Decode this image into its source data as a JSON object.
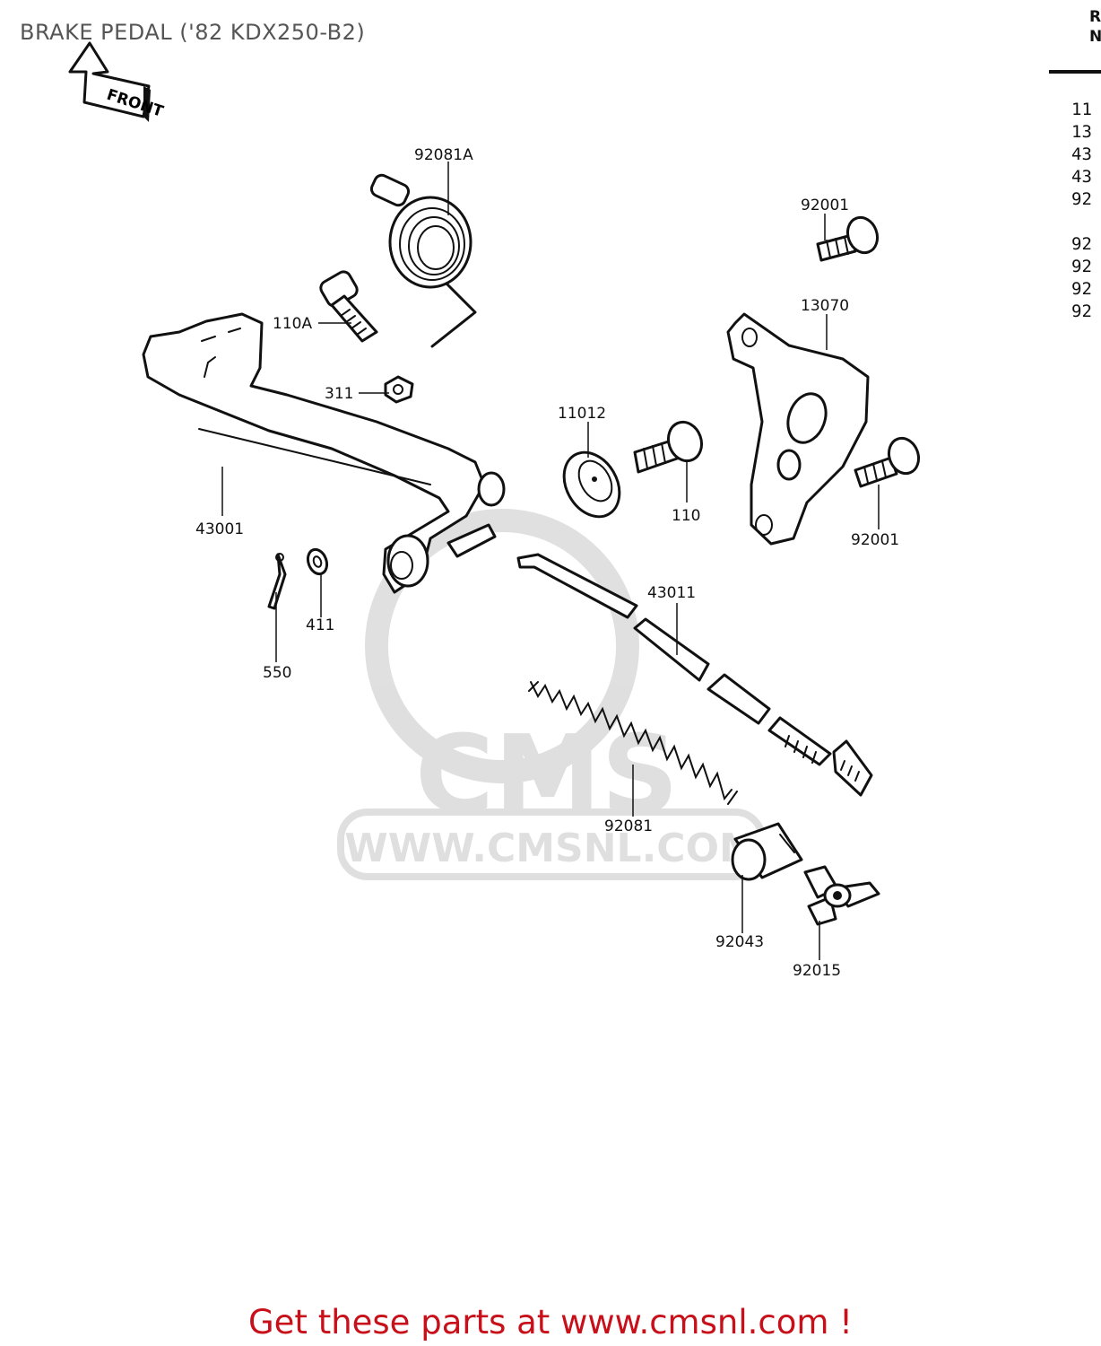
{
  "title": "BRAKE PEDAL ('82 KDX250-B2)",
  "front_label": "FRONT",
  "parts": [
    {
      "ref": "92081A"
    },
    {
      "ref": "110A"
    },
    {
      "ref": "311"
    },
    {
      "ref": "43001"
    },
    {
      "ref": "550"
    },
    {
      "ref": "411"
    },
    {
      "ref": "11012"
    },
    {
      "ref": "110"
    },
    {
      "ref": "92001"
    },
    {
      "ref": "13070"
    },
    {
      "ref": "92001"
    },
    {
      "ref": "43011"
    },
    {
      "ref": "92081"
    },
    {
      "ref": "92043"
    },
    {
      "ref": "92015"
    }
  ],
  "sidebar": {
    "header": [
      "R",
      "N"
    ],
    "refs": [
      "11",
      "13",
      "43",
      "43",
      "92",
      "92",
      "92",
      "92",
      "92"
    ]
  },
  "promo": "Get these parts at www.cmsnl.com !"
}
